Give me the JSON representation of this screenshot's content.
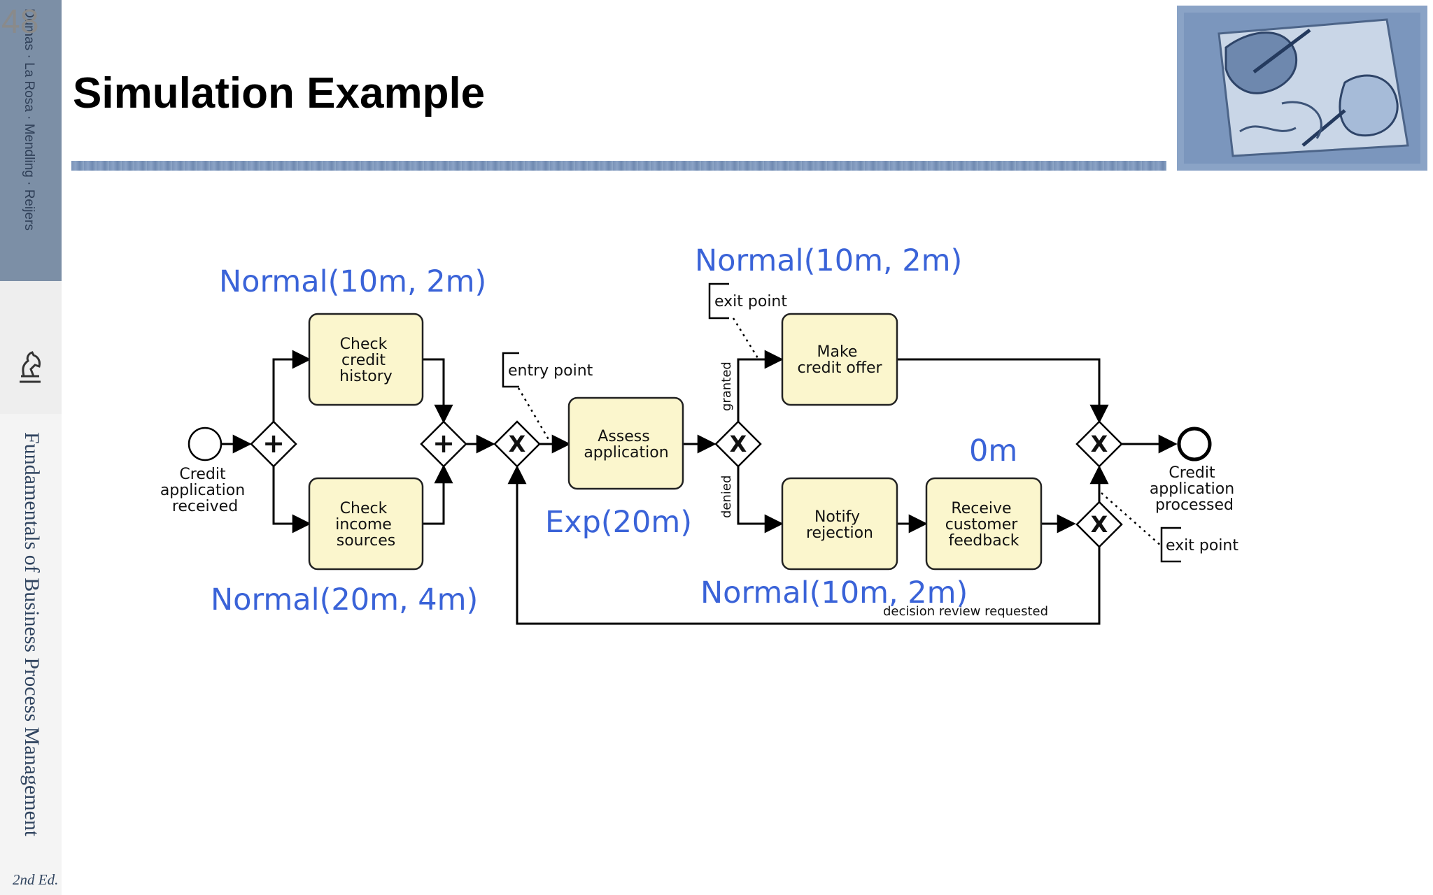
{
  "slide": {
    "page_number": "48",
    "title": "Simulation Example"
  },
  "sidebar": {
    "authors": "Dumas · La Rosa · Mendling · Reijers",
    "book_title": "Fundamentals of Business Process Management",
    "edition": "2nd Ed."
  },
  "diagram": {
    "events": {
      "start": [
        "Credit",
        "application",
        "received"
      ],
      "end": [
        "Credit",
        "application",
        "processed"
      ]
    },
    "tasks": {
      "check_credit": [
        "Check",
        "credit",
        "history"
      ],
      "check_income": [
        "Check",
        "income",
        "sources"
      ],
      "assess": [
        "Assess",
        "application"
      ],
      "make_offer": [
        "Make",
        "credit offer"
      ],
      "notify_rejection": [
        "Notify",
        "rejection"
      ],
      "receive_feedback": [
        "Receive",
        "customer",
        "feedback"
      ]
    },
    "gateway_symbols": {
      "parallel": "+",
      "exclusive": "X"
    },
    "flow_labels": {
      "granted": "granted",
      "denied": "denied",
      "review": "decision review requested"
    },
    "annotations": {
      "entry_point": "entry point",
      "exit_point_top": "exit point",
      "exit_point_right": "exit point"
    },
    "simulation_labels": {
      "check_credit": "Normal(10m, 2m)",
      "check_income": "Normal(20m, 4m)",
      "assess": "Exp(20m)",
      "make_offer": "Normal(10m, 2m)",
      "notify_rejection": "Normal(10m, 2m)",
      "receive_feedback": "0m"
    }
  },
  "colors": {
    "simulation_label": "#3a63d8",
    "task_fill": "#fbf6cd",
    "sidebar_band": "#7c8fa6",
    "title_rule": "#7a93b8"
  }
}
